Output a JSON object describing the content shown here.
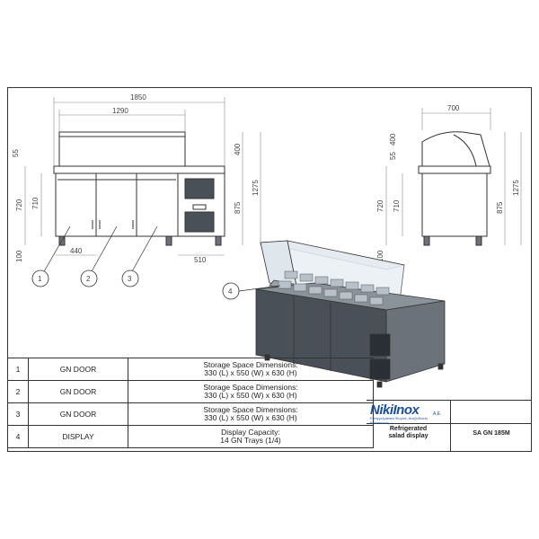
{
  "dimensions": {
    "front": {
      "overall_width": "1850",
      "display_width": "1290",
      "height_55": "55",
      "height_720": "720",
      "height_710": "710",
      "height_100": "100",
      "height_400": "400",
      "height_875": "875",
      "height_1275": "1275",
      "door_width": "440",
      "unit_width": "510"
    },
    "side": {
      "depth": "700",
      "height_55": "55",
      "height_400": "400",
      "height_720": "720",
      "height_710": "710",
      "height_875": "875",
      "height_1275": "1275",
      "height_100": "100"
    }
  },
  "callouts": [
    "1",
    "2",
    "3",
    "4"
  ],
  "parts_table": [
    {
      "num": "1",
      "name": "GN DOOR",
      "desc_line1": "Storage Space Dimensions:",
      "desc_line2": "330 (L) x 550 (W) x 630 (H)"
    },
    {
      "num": "2",
      "name": "GN DOOR",
      "desc_line1": "Storage Space Dimensions:",
      "desc_line2": "330 (L) x 550 (W) x 630 (H)"
    },
    {
      "num": "3",
      "name": "GN DOOR",
      "desc_line1": "Storage Space Dimensions:",
      "desc_line2": "330 (L) x 550 (W) x 630 (H)"
    },
    {
      "num": "4",
      "name": "DISPLAY",
      "desc_line1": "Display Capacity:",
      "desc_line2": "14 GN Trays (1/4)"
    }
  ],
  "title_block": {
    "logo_text": "NikiInox",
    "logo_tagline": "Επαγγελματικά Ψυγεία, Ανοξείδωτες Κατασκευές",
    "logo_suffix": "A.E.",
    "product_name_line1": "Refrigerated",
    "product_name_line2": "salad display",
    "product_code": "SA GN 185M"
  },
  "colors": {
    "line": "#333333",
    "cabinet_dark": "#4a5058",
    "cabinet_mid": "#6b727a",
    "glass": "#c9d3dc",
    "brand_blue": "#1a4fa0"
  }
}
